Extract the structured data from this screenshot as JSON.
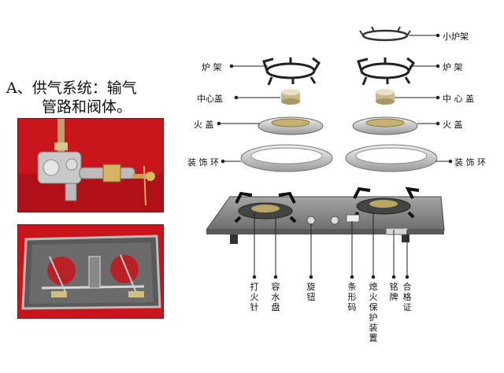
{
  "title": {
    "line1": "A、供气系统：输气",
    "line2": "管路和阀体。"
  },
  "labels": {
    "small_pot_rack": "小炉架",
    "pot_rack_left": "炉 架",
    "pot_rack_right": "炉 架",
    "center_cap_left": "中心盖",
    "center_cap_right": "中 心 盖",
    "burner_cap_left": "火 盖",
    "burner_cap_right": "火 盖",
    "trim_ring_left": "装 饰 环",
    "trim_ring_right": "装 饰 环"
  },
  "bottom_labels": [
    {
      "id": "igniter",
      "text": "打火针"
    },
    {
      "id": "drip-tray",
      "text": "容水盘"
    },
    {
      "id": "knob",
      "text": "旋 钮"
    },
    {
      "id": "barcode",
      "text": "条形码"
    },
    {
      "id": "flameout-device",
      "text": "熄火保护装置"
    },
    {
      "id": "nameplate",
      "text": "铭牌"
    },
    {
      "id": "certificate",
      "text": "合格证"
    }
  ],
  "colors": {
    "photo_bg": "#c8141a",
    "stove_top": "#8a8a8a",
    "steel": "#c9c9c9",
    "leader": "#222222"
  }
}
